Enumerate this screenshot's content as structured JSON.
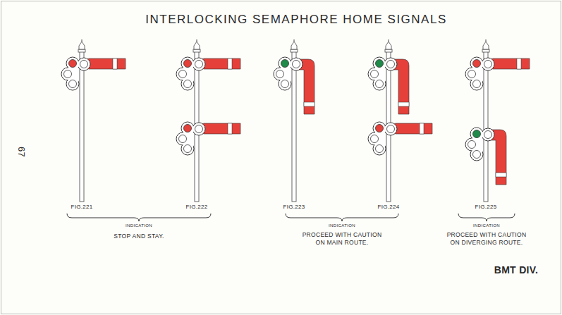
{
  "diagram": {
    "title": "INTERLOCKING SEMAPHORE HOME SIGNALS",
    "labels": [
      "FIG.221",
      "FIG.222",
      "INDICATION",
      "STOP AND STAY.",
      "FIG.223",
      "FIG.224",
      "INDICATION",
      "PROCEED WITH CAUTION ON MAIN ROUTE.",
      "FIG.225",
      "INDICATION",
      "PROCEED WITH CAUTION ON DIVERGING ROUTE.",
      "BMT DIV.",
      "67"
    ]
  }
}
